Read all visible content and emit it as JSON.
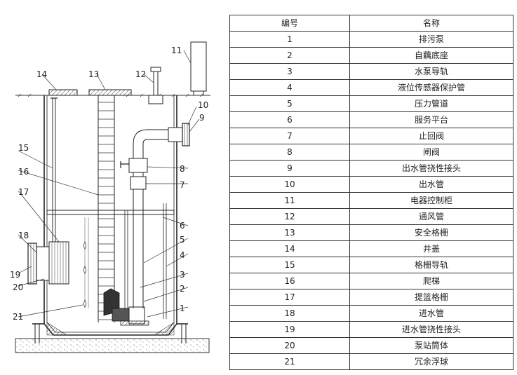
{
  "table": {
    "headers": [
      "编号",
      "名称"
    ],
    "rows": [
      {
        "no": "1",
        "name": "排污泵"
      },
      {
        "no": "2",
        "name": "自藕底座"
      },
      {
        "no": "3",
        "name": "水泵导轨"
      },
      {
        "no": "4",
        "name": "液位传感器保护管"
      },
      {
        "no": "5",
        "name": "压力管道"
      },
      {
        "no": "6",
        "name": "服务平台"
      },
      {
        "no": "7",
        "name": "止回阀"
      },
      {
        "no": "8",
        "name": "闸阀"
      },
      {
        "no": "9",
        "name": "出水管挠性接头"
      },
      {
        "no": "10",
        "name": "出水管"
      },
      {
        "no": "11",
        "name": "电器控制柜"
      },
      {
        "no": "12",
        "name": "通风管"
      },
      {
        "no": "13",
        "name": "安全格栅"
      },
      {
        "no": "14",
        "name": "井盖"
      },
      {
        "no": "15",
        "name": "格栅导轨"
      },
      {
        "no": "16",
        "name": "爬梯"
      },
      {
        "no": "17",
        "name": "提篮格栅"
      },
      {
        "no": "18",
        "name": "进水管"
      },
      {
        "no": "19",
        "name": "进水管挠性接头"
      },
      {
        "no": "20",
        "name": "泵站筒体"
      },
      {
        "no": "21",
        "name": "冗余浮球"
      }
    ]
  },
  "diagram": {
    "callouts": [
      "1",
      "2",
      "3",
      "4",
      "5",
      "6",
      "7",
      "8",
      "9",
      "10",
      "11",
      "12",
      "13",
      "14",
      "15",
      "16",
      "17",
      "18",
      "19",
      "20",
      "21"
    ]
  }
}
